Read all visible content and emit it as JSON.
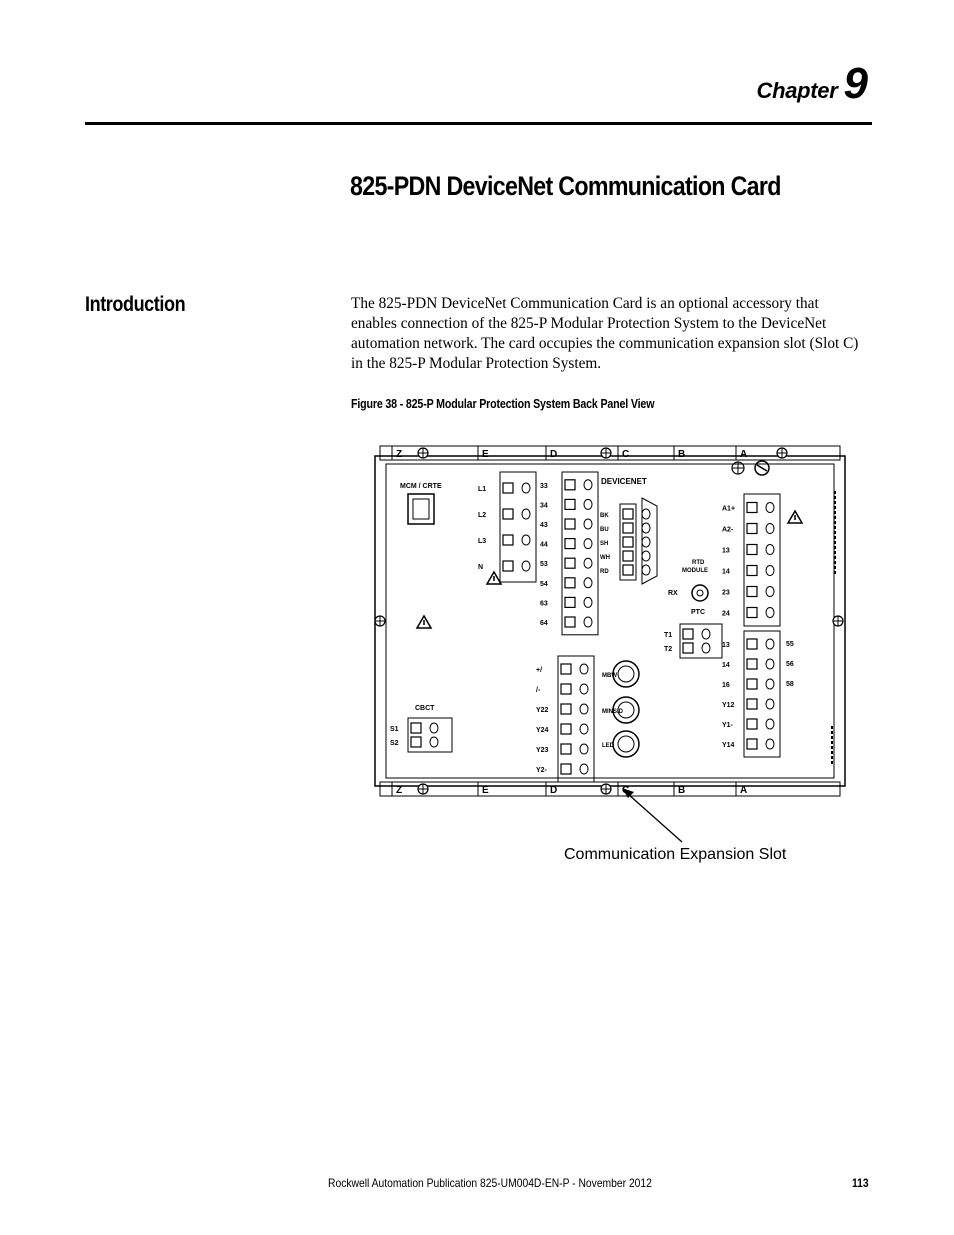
{
  "header": {
    "chapter_word": "Chapter",
    "chapter_number": "9"
  },
  "title": "825-PDN DeviceNet Communication Card",
  "section": {
    "heading": "Introduction",
    "body": "The 825-PDN DeviceNet Communication Card is an optional accessory that enables connection of the 825-P Modular Protection System to the DeviceNet automation network. The card occupies the communication expansion slot (Slot C) in the 825-P Modular Protection System."
  },
  "figure": {
    "caption": "Figure 38 - 825-P Modular Protection System Back Panel View",
    "callout": "Communication Expansion Slot",
    "slot_labels": [
      "Z",
      "E",
      "D",
      "C",
      "B",
      "A"
    ],
    "bottom_slot_labels": [
      "Z",
      "E",
      "D",
      "C",
      "B",
      "A"
    ],
    "mcm_label": "MCM / CRTE",
    "slot_e_terminals": [
      "L1",
      "L2",
      "L3",
      "N"
    ],
    "slot_d_terminals": [
      "33",
      "34",
      "43",
      "44",
      "53",
      "54",
      "63",
      "64"
    ],
    "devicenet_label": "DEVICENET",
    "devicenet_terminals": [
      "BK",
      "BU",
      "SH",
      "WH",
      "RD"
    ],
    "rtd_label_1": "RTD",
    "rtd_label_2": "MODULE",
    "rx_label": "RX",
    "ptc_label": "PTC",
    "slot_a_terminals": [
      "A1+",
      "A2-",
      "13",
      "14",
      "23",
      "24"
    ],
    "t_terminals": [
      "T1",
      "T2"
    ],
    "lower_left_terminals": [
      "+/",
      "/-",
      "Y22",
      "Y24",
      "Y23",
      "Y2-"
    ],
    "lower_right_left_terminals": [
      "13",
      "14",
      "16",
      "Y12",
      "Y1-",
      "Y14"
    ],
    "lower_right_right_terminals": [
      "55",
      "56",
      "58"
    ],
    "knob_labels": [
      "MBW",
      "MINSID",
      "LED"
    ],
    "cbct_label": "CBCT",
    "cbct_terminals": [
      "S1",
      "S2"
    ]
  },
  "footer": {
    "publication": "Rockwell Automation Publication 825-UM004D-EN-P - November 2012",
    "page_number": "113"
  }
}
